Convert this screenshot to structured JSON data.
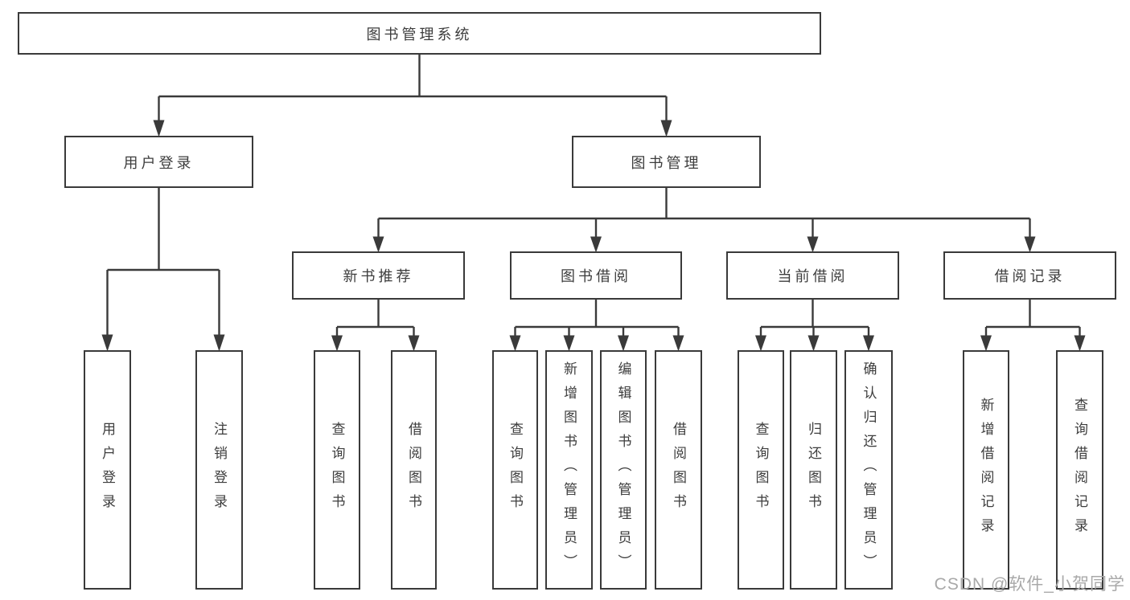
{
  "diagram_title": "图书管理系统",
  "tree": {
    "root": {
      "label": "图书管理系统"
    },
    "branches": [
      {
        "label": "用户登录",
        "children": [
          {
            "label": "用户登录"
          },
          {
            "label": "注销登录"
          }
        ]
      },
      {
        "label": "图书管理",
        "groups": [
          {
            "label": "新书推荐",
            "children": [
              {
                "label": "查询图书"
              },
              {
                "label": "借阅图书"
              }
            ]
          },
          {
            "label": "图书借阅",
            "children": [
              {
                "label": "查询图书"
              },
              {
                "label": "新增图书（管理员）"
              },
              {
                "label": "编辑图书（管理员）"
              },
              {
                "label": "借阅图书"
              }
            ]
          },
          {
            "label": "当前借阅",
            "children": [
              {
                "label": "查询图书"
              },
              {
                "label": "归还图书"
              },
              {
                "label": "确认归还（管理员）"
              }
            ]
          },
          {
            "label": "借阅记录",
            "children": [
              {
                "label": "新增借阅记录"
              },
              {
                "label": "查询借阅记录"
              }
            ]
          }
        ]
      }
    ]
  },
  "watermark": {
    "text": "CSDN @软件_小贺同学"
  },
  "colors": {
    "background": "#ffffff",
    "line": "#3a3a3a",
    "box_border": "#3a3a3a",
    "text": "#3d3d3d",
    "watermark": "#a9a9a9"
  }
}
